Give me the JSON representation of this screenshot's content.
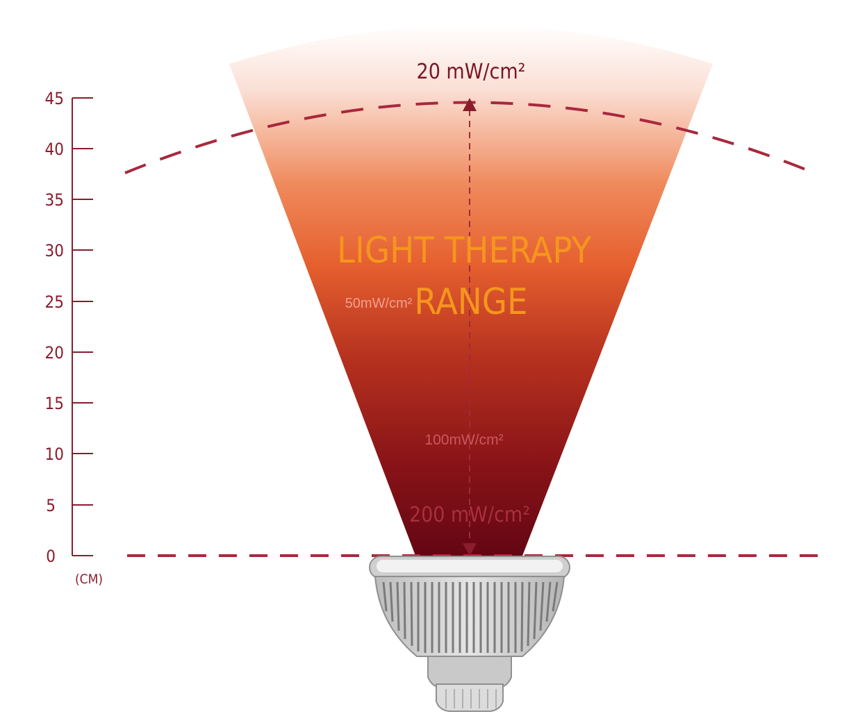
{
  "title": {
    "line1": "LIGHT THERAPY",
    "line2": "RANGE"
  },
  "axis": {
    "unit": "(CM)",
    "ticks": [
      "45",
      "40",
      "35",
      "30",
      "25",
      "20",
      "15",
      "10",
      "5",
      "0"
    ]
  },
  "doses": {
    "top": "20 mW/cm²",
    "mid": "50mW/cm²",
    "low": "100mW/cm²",
    "base": "200 mW/cm²"
  },
  "colors": {
    "axis": "#8a1c2c",
    "dashed": "#a8283c",
    "title": "#f5961e",
    "beam_top": "#fbe0d6",
    "beam_mid": "#e9622e",
    "beam_bottom": "#6b0715"
  }
}
